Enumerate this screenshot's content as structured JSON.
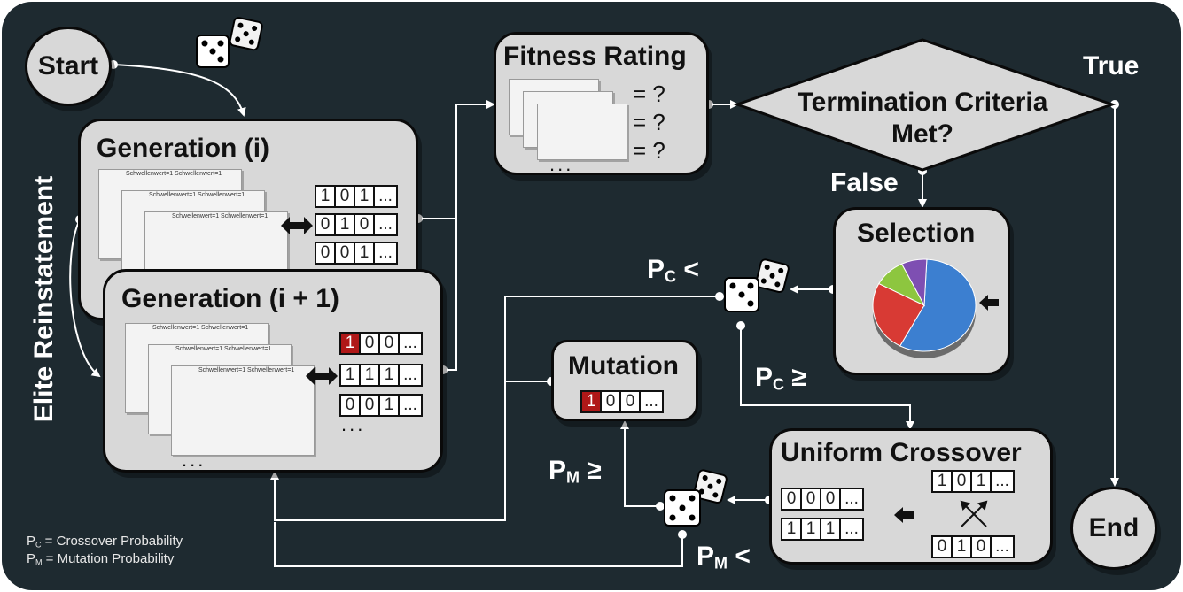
{
  "nodes": {
    "start": "Start",
    "end": "End",
    "generation_i": "Generation (i)",
    "generation_i1": "Generation (i + 1)",
    "fitness": "Fitness Rating",
    "termination_line1": "Termination Criteria",
    "termination_line2": "Met?",
    "selection": "Selection",
    "mutation": "Mutation",
    "crossover": "Uniform Crossover"
  },
  "fitness_scores": [
    "= ?",
    "= ?",
    "= ?"
  ],
  "network_header": "Schwellenwert=1 Schwellenwert=1",
  "ellipsis": "...",
  "edge_labels": {
    "true": "True",
    "false": "False",
    "elite": "Elite Reinstatement",
    "pc_less_p": "P",
    "pc_less_s": "C",
    "pc_less_op": "<",
    "pc_ge_p": "P",
    "pc_ge_s": "C",
    "pc_ge_op": "≥",
    "pm_ge_p": "P",
    "pm_ge_s": "M",
    "pm_ge_op": "≥",
    "pm_less_p": "P",
    "pm_less_s": "M",
    "pm_less_op": "<"
  },
  "legend": {
    "pc_p": "P",
    "pc_s": "C",
    "pc_text": " = Crossover Probability",
    "pm_p": "P",
    "pm_s": "M",
    "pm_text": " = Mutation Probability"
  },
  "chromosomes": {
    "gen_i": [
      {
        "bits": [
          "1",
          "0",
          "1",
          "..."
        ],
        "red": []
      },
      {
        "bits": [
          "0",
          "1",
          "0",
          "..."
        ],
        "red": []
      },
      {
        "bits": [
          "0",
          "0",
          "1",
          "..."
        ],
        "red": []
      }
    ],
    "gen_i1": [
      {
        "bits": [
          "1",
          "0",
          "0",
          "..."
        ],
        "red": [
          0
        ]
      },
      {
        "bits": [
          "1",
          "1",
          "1",
          "..."
        ],
        "red": []
      },
      {
        "bits": [
          "0",
          "0",
          "1",
          "..."
        ],
        "red": []
      }
    ],
    "mutation": [
      {
        "bits": [
          "1",
          "0",
          "0",
          "..."
        ],
        "red": [
          0
        ]
      }
    ],
    "crossover_parents": [
      {
        "bits": [
          "1",
          "0",
          "1",
          "..."
        ],
        "red": []
      },
      {
        "bits": [
          "0",
          "1",
          "0",
          "..."
        ],
        "red": []
      }
    ],
    "crossover_children": [
      {
        "bits": [
          "0",
          "0",
          "0",
          "..."
        ],
        "red": []
      },
      {
        "bits": [
          "1",
          "1",
          "1",
          "..."
        ],
        "red": []
      }
    ]
  },
  "pie_chart": {
    "slices": [
      {
        "value": 57,
        "color": "#3c7fd0"
      },
      {
        "value": 25,
        "color": "#d83a34"
      },
      {
        "value": 10,
        "color": "#8dc63f"
      },
      {
        "value": 8,
        "color": "#7e4fb2"
      }
    ]
  },
  "colors": {
    "background": "#1e2a30",
    "box": "#d8d8d8",
    "arrow": "#ffffff",
    "mutated_bit": "#b01818"
  }
}
